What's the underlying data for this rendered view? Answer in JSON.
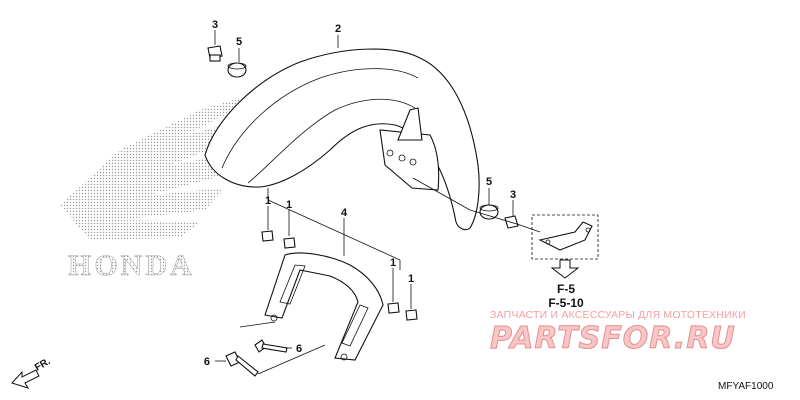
{
  "brand_logo": {
    "text": "HONDA",
    "icon": "honda-wing-logo"
  },
  "callouts": {
    "c3_top": "3",
    "c5_top": "5",
    "c2": "2",
    "c4": "4",
    "c1_a": "1",
    "c1_b": "1",
    "c1_c": "1",
    "c1_d": "1",
    "c5_right": "5",
    "c3_right": "3",
    "c6_a": "6",
    "c6_b": "6"
  },
  "references": {
    "ref_1": "F-5",
    "ref_2": "F-5-10"
  },
  "watermark": {
    "caption": "ЗАПЧАСТИ И АКСЕССУАРЫ ДЛЯ МОТОТЕХНИКИ",
    "logo_text": "PARTSFOR.RU"
  },
  "direction_label": "FR.",
  "diagram_code": "MFYAF1000"
}
